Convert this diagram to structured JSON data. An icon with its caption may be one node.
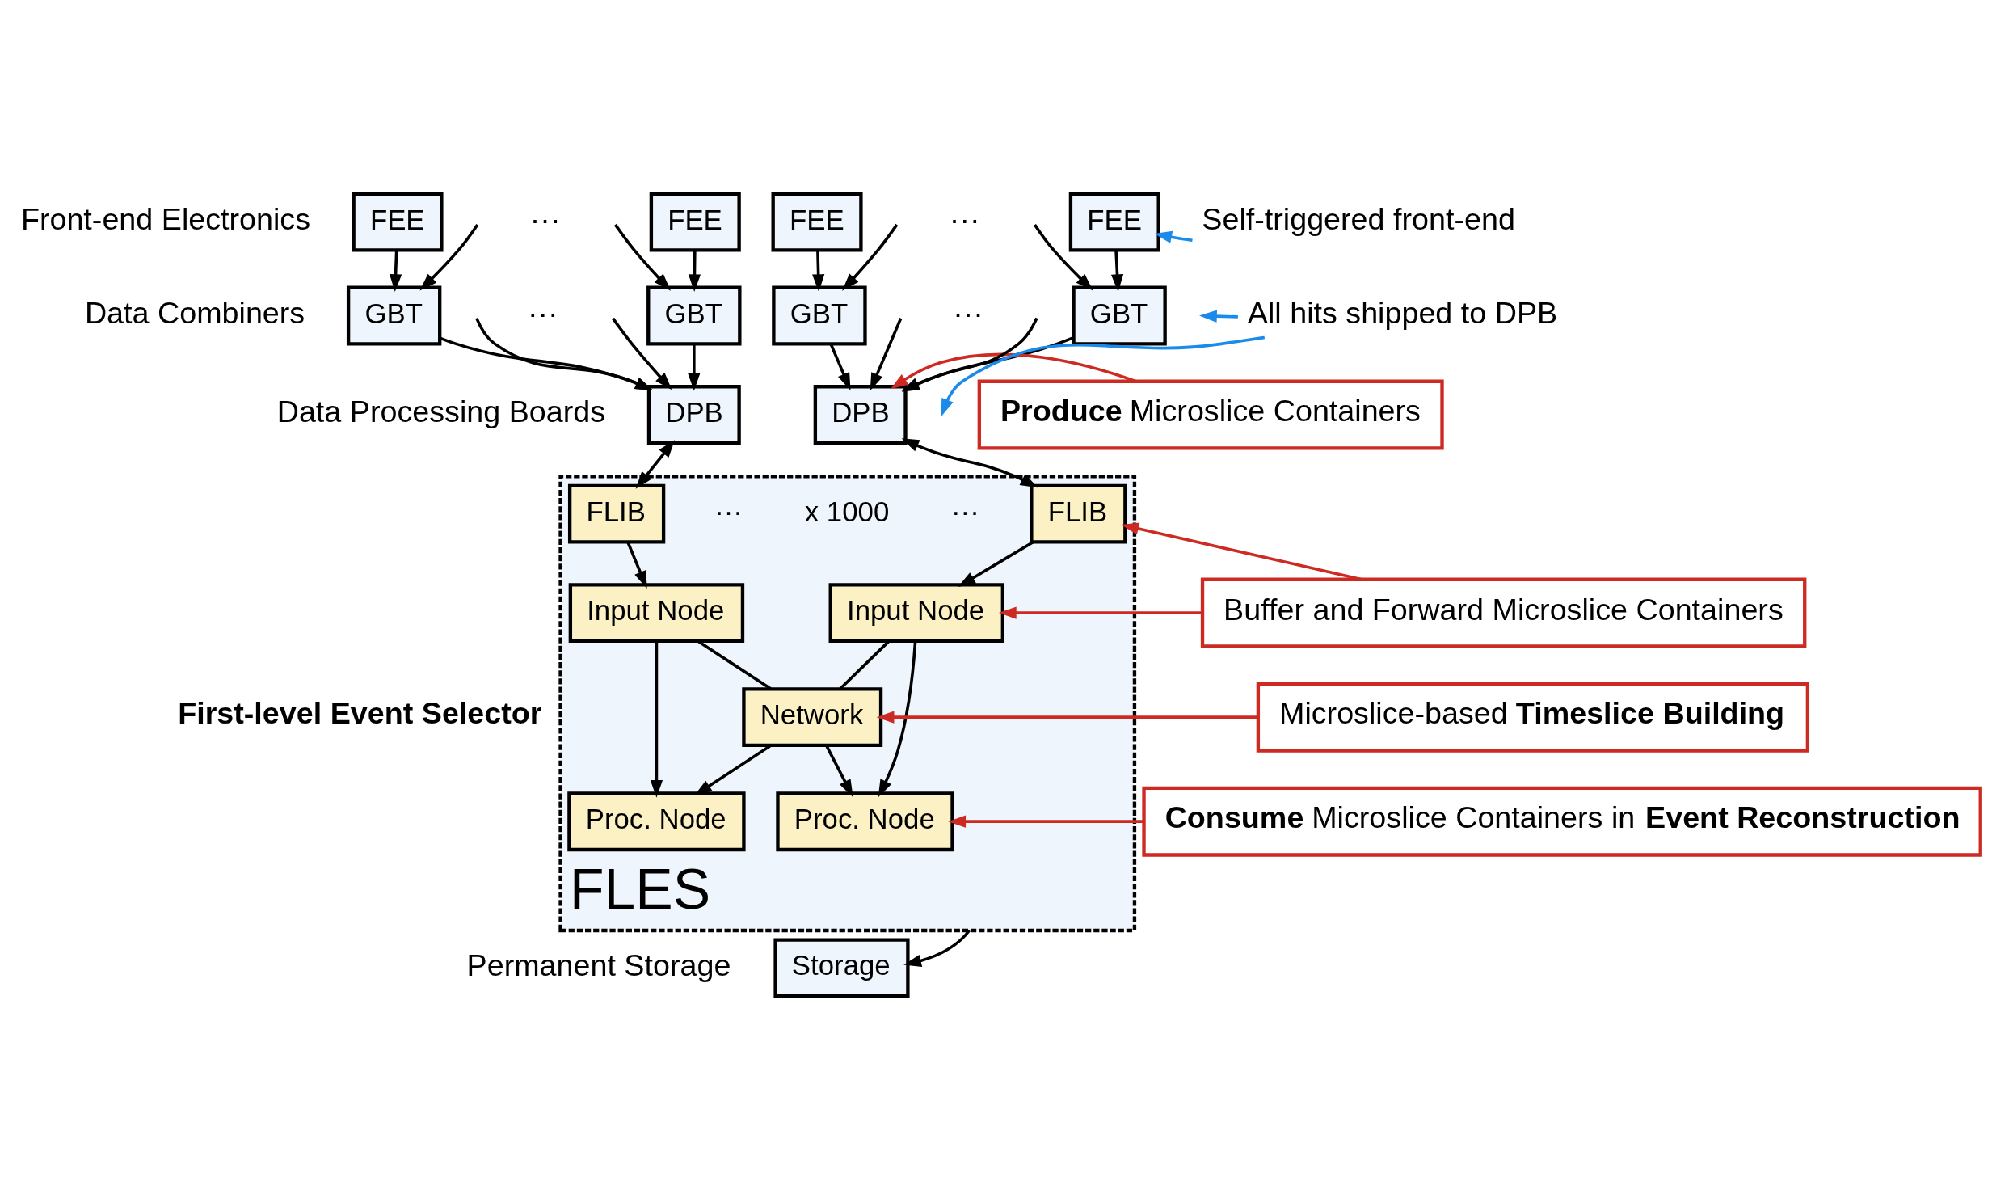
{
  "diagram": {
    "nodes": [
      {
        "text": [
          "FEE"
        ]
      },
      {
        "text": [
          "FEE"
        ]
      },
      {
        "text": [
          "FEE"
        ]
      },
      {
        "text": [
          "FEE"
        ]
      },
      {
        "text": [
          "GBT"
        ]
      },
      {
        "text": [
          "GBT"
        ]
      },
      {
        "text": [
          "GBT"
        ]
      },
      {
        "text": [
          "GBT"
        ]
      },
      {
        "text": [
          "DPB"
        ]
      },
      {
        "text": [
          "DPB"
        ]
      },
      {
        "text": [
          "FLES"
        ]
      },
      {
        "text": [
          "FLIB"
        ],
        "in": 10
      },
      {
        "text": [
          "FLIB"
        ],
        "in": 10
      },
      {
        "text": [
          "Input Node"
        ],
        "in": 10
      },
      {
        "text": [
          "Input Node"
        ],
        "in": 10
      },
      {
        "text": [
          "Network"
        ],
        "in": 10
      },
      {
        "text": [
          "Proc. Node"
        ],
        "in": 10
      },
      {
        "text": [
          "Proc. Node"
        ],
        "in": 10
      },
      {
        "text": [
          "Storage"
        ]
      },
      {
        "text": [
          "**Produce** Microslice Containers"
        ]
      },
      {
        "text": [
          "Buffer and Forward Microslice Containers"
        ]
      },
      {
        "text": [
          "Microslice-based **Timeslice Building**"
        ]
      },
      {
        "text": [
          "**Consume** Microslice Containers in **Event Reconstruction**"
        ]
      },
      {
        "text": [
          "Self-triggered front-end"
        ]
      },
      {
        "text": [
          "All hits shipped to DPB"
        ]
      }
    ],
    "edges": [
      {
        "from": 0,
        "to": 4,
        "arrow": "to"
      },
      {
        "from": null,
        "to": 4,
        "arrow": "to"
      },
      {
        "from": null,
        "to": 5,
        "arrow": "to"
      },
      {
        "from": 1,
        "to": 5,
        "arrow": "to"
      },
      {
        "from": 2,
        "to": 6,
        "arrow": "to"
      },
      {
        "from": null,
        "to": 6,
        "arrow": "to"
      },
      {
        "from": null,
        "to": 7,
        "arrow": "to"
      },
      {
        "from": 3,
        "to": 7,
        "arrow": "to"
      },
      {
        "from": 4,
        "to": 8,
        "arrow": "to"
      },
      {
        "from": null,
        "to": 8,
        "arrow": "to"
      },
      {
        "from": null,
        "to": 8,
        "arrow": "to"
      },
      {
        "from": 5,
        "to": 8,
        "arrow": "to"
      },
      {
        "from": 6,
        "to": 9,
        "arrow": "to"
      },
      {
        "from": null,
        "to": 9,
        "arrow": "to"
      },
      {
        "from": null,
        "to": 9,
        "arrow": "to"
      },
      {
        "from": 7,
        "to": 9,
        "arrow": "to"
      },
      {
        "from": 8,
        "to": 11,
        "arrow": "both"
      },
      {
        "from": 9,
        "to": 12,
        "arrow": "both"
      },
      {
        "from": 11,
        "to": 13,
        "arrow": "to"
      },
      {
        "from": 12,
        "to": 14,
        "arrow": "to"
      },
      {
        "from": 13,
        "to": 16,
        "arrow": "to"
      },
      {
        "from": 14,
        "to": 17,
        "arrow": "to"
      },
      {
        "from": 13,
        "to": 15,
        "arrow": "none"
      },
      {
        "from": 14,
        "to": 15,
        "arrow": "none"
      },
      {
        "from": 15,
        "to": 16,
        "arrow": "to"
      },
      {
        "from": 15,
        "to": 17,
        "arrow": "to"
      },
      {
        "from": 10,
        "to": 18,
        "arrow": "to"
      },
      {
        "from": 23,
        "to": 3,
        "arrow": "to",
        "color": "#1a8be8"
      },
      {
        "from": 24,
        "to": null,
        "arrow": "to",
        "color": "#1a8be8"
      },
      {
        "from": 24,
        "to": null,
        "arrow": "to",
        "color": "#1a8be8"
      },
      {
        "from": 19,
        "to": 9,
        "arrow": "to",
        "color": "#cc2a22"
      },
      {
        "from": 20,
        "to": 12,
        "arrow": "to",
        "color": "#cc2a22"
      },
      {
        "from": 20,
        "to": 14,
        "arrow": "to",
        "color": "#cc2a22"
      },
      {
        "from": 21,
        "to": 15,
        "arrow": "to",
        "color": "#cc2a22"
      },
      {
        "from": 22,
        "to": 17,
        "arrow": "to",
        "color": "#cc2a22"
      }
    ],
    "labels": [
      "Front-end Electronics",
      "···",
      "···",
      "Data Combiners",
      "···",
      "···",
      "Data Processing Boards",
      "···",
      "x 1000",
      "···",
      "First-level Event Selector",
      "Permanent Storage"
    ]
  }
}
